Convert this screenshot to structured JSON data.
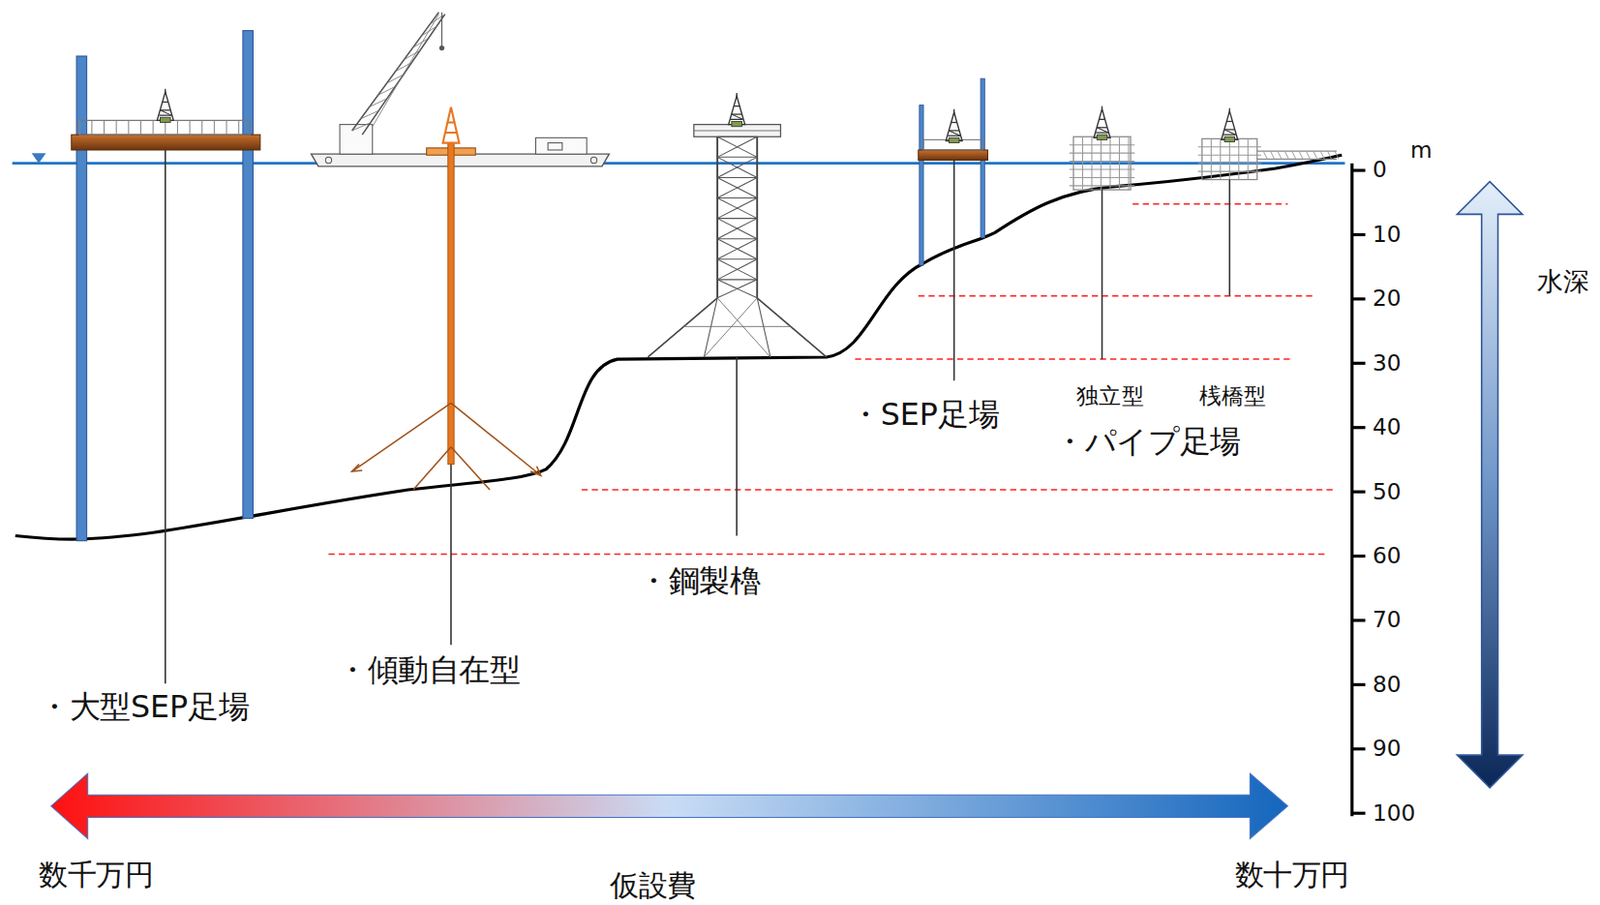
{
  "diagram": {
    "labels": [
      "m",
      "0",
      "10",
      "20",
      "30",
      "40",
      "50",
      "60",
      "70",
      "80",
      "90",
      "100",
      "水深",
      "・SEP足場",
      "独立型",
      "桟橋型",
      "・パイプ足場",
      "・鋼製櫓",
      "・傾動自在型",
      "・大型SEP足場",
      "数千万円",
      "仮設費",
      "数十万円"
    ]
  }
}
